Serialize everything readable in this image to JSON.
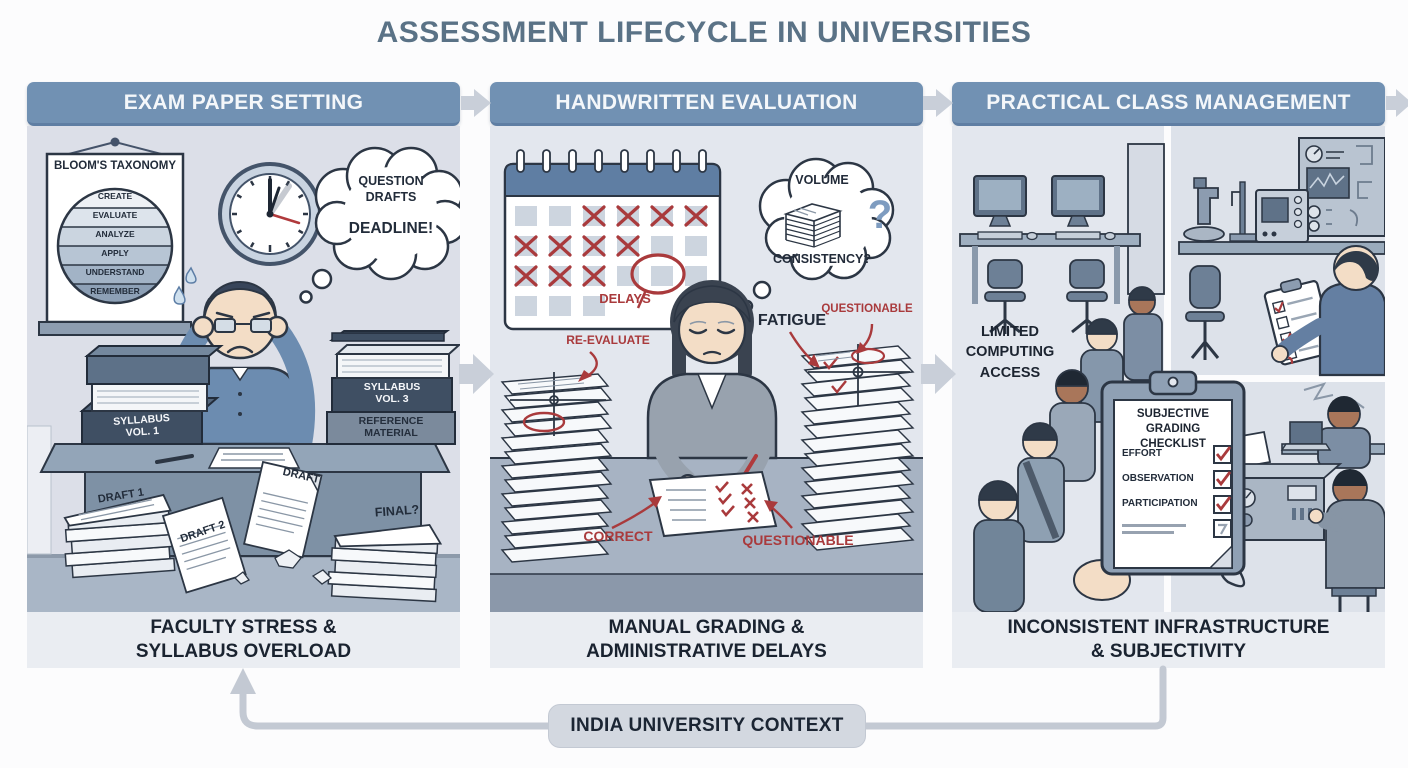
{
  "title": "ASSESSMENT LIFECYCLE IN UNIVERSITIES",
  "footer": {
    "pill_label": "INDIA UNIVERSITY CONTEXT"
  },
  "colors": {
    "header_bg": "#7191b3",
    "header_text": "#f4f7fa",
    "title_text": "#5a7286",
    "panel_bg": "#dde2ea",
    "caption_text": "#1a2330",
    "accent_red": "#a93a3c",
    "question_blue": "#7e9cc0",
    "arrow_gray": "#c9cfd9",
    "loop_gray": "#c3c9d3",
    "pill_bg": "#d3d8e0"
  },
  "panels": [
    {
      "header": "EXAM PAPER SETTING",
      "caption": [
        "FACULTY STRESS &",
        "SYLLABUS OVERLOAD"
      ],
      "labels": {
        "poster_title": "BLOOM'S TAXONOMY",
        "taxonomy_levels": [
          "CREATE",
          "EVALUATE",
          "ANALYZE",
          "APPLY",
          "UNDERSTAND",
          "REMEMBER"
        ],
        "bubble_line1": "QUESTION",
        "bubble_line2": "DRAFTS",
        "bubble_line3": "DEADLINE!",
        "book_left_line1": "SYLLABUS",
        "book_left_line2": "VOL. 1",
        "book_right_line1": "SYLLABUS",
        "book_right_line2": "VOL. 3",
        "reference_line1": "REFERENCE",
        "reference_line2": "MATERIAL",
        "draft_stack_1": "DRAFT 1",
        "draft_sheet_2": "DRAFT 2",
        "draft_sheet_floating": "DRAFT",
        "final_stack": "FINAL?"
      }
    },
    {
      "header": "HANDWRITTEN EVALUATION",
      "caption": [
        "MANUAL GRADING &",
        "ADMINISTRATIVE DELAYS"
      ],
      "labels": {
        "calendar_delays": "DELAYS",
        "re_evaluate": "RE-EVALUATE",
        "fatigue": "FATIGUE",
        "questionable_top": "QUESTIONABLE",
        "bubble_volume": "VOLUME",
        "bubble_consistency": "CONSISTENCY?",
        "bubble_question_mark": "?",
        "correct": "CORRECT",
        "questionable_bottom": "QUESTIONABLE"
      }
    },
    {
      "header": "PRACTICAL CLASS MANAGEMENT",
      "caption": [
        "INCONSISTENT INFRASTRUCTURE",
        "& SUBJECTIVITY"
      ],
      "labels": {
        "limited_line1": "LIMITED",
        "limited_line2": "COMPUTING",
        "limited_line3": "ACCESS",
        "checklist_title_line1": "SUBJECTIVE",
        "checklist_title_line2": "GRADING",
        "checklist_title_line3": "CHECKLIST",
        "checklist_items": [
          "EFFORT",
          "OBSERVATION",
          "PARTICIPATION"
        ]
      }
    }
  ]
}
